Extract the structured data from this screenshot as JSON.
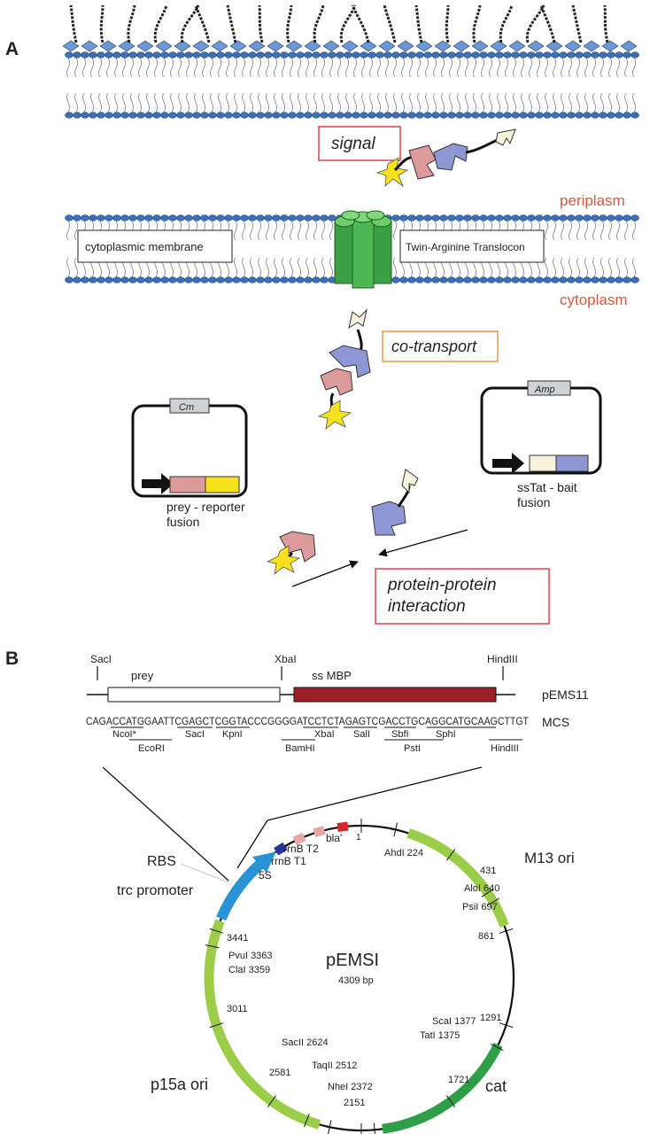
{
  "panel_a": {
    "label": "A",
    "signal": "signal",
    "periplasm": "periplasm",
    "cytoplasm": "cytoplasm",
    "cytoplasmic_membrane": "cytoplasmic membrane",
    "twin_arginine_translocon": "Twin-Arginine Translocon",
    "co_transport": "co-transport",
    "cm": "Cm",
    "amp": "Amp",
    "prey_reporter_1": "prey - reporter",
    "prey_reporter_2": "fusion",
    "sstat_bait_1": "ssTat - bait",
    "sstat_bait_2": "fusion",
    "ppi_1": "protein-protein",
    "ppi_2": "interaction"
  },
  "panel_b": {
    "label": "B",
    "sites_top": {
      "sacI": "SacI",
      "xbaI": "XbaI",
      "hindIII": "HindIII"
    },
    "prey": "prey",
    "ss_mbp": "ss MBP",
    "pems11": "pEMS11",
    "mcs": "MCS",
    "mcs_sequence": "CAGACCATGGAATTCGAGCTCGGTACCCGGGGATCCTCTAGAGTCGACCTGCAGGCATGCAAGCTTGT",
    "mcs_sites_row1": [
      "NcoI*",
      "SacI",
      "KpnI",
      "XbaI",
      "SalI",
      "SbfI",
      "SphI"
    ],
    "mcs_sites_row2": [
      "EcoRI",
      "BamHI",
      "PstI",
      "HindIII"
    ],
    "plasmid_name": "pEMSI",
    "plasmid_size": "4309 bp",
    "features": {
      "rbs": "RBS",
      "trc_promoter": "trc promoter",
      "five_s": "5S",
      "rrnb_t1": "rrnB T1",
      "rrnb_t2": "rrnB T2",
      "bla": "bla'",
      "m13_ori": "M13 ori",
      "p15a_ori": "p15a ori",
      "cat": "cat"
    },
    "positions": {
      "p1": "1",
      "p431": "431",
      "p861": "861",
      "p1291": "1291",
      "p1721": "1721",
      "p2151": "2151",
      "p2581": "2581",
      "p3011": "3011",
      "p3441": "3441"
    },
    "sites": {
      "ahdI": "AhdI 224",
      "aloI": "AloI 640",
      "psiI": "PsiI 697",
      "scaI": "ScaI 1377",
      "tatI": "TatI 1375",
      "nheI": "NheI 2372",
      "taqII": "TaqII 2512",
      "sacII": "SacII 2624",
      "pvuI": "PvuI 3363",
      "claI": "ClaI 3359"
    }
  },
  "colors": {
    "red_box": "#d9363e",
    "orange_box": "#e8913a",
    "label_red": "#d9573b",
    "membrane_blue": "#3d6fb6",
    "tat_green": "#3aa043",
    "prey_pink": "#dd9a9a",
    "bait_blue": "#8e97d3",
    "reporter_yellow": "#f6e21c",
    "light_green": "#9ccd48",
    "dark_green": "#2f9e49",
    "arrow_blue": "#2a93d5",
    "mbp_red": "#9c1f28"
  }
}
